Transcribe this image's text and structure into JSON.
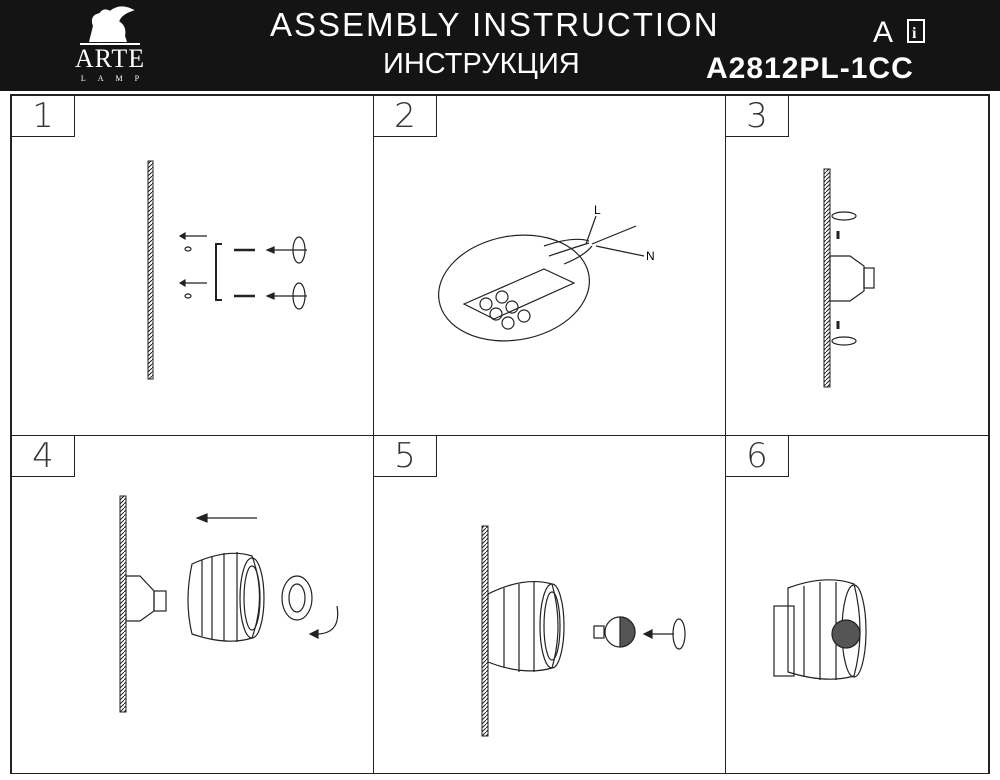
{
  "header": {
    "logo": {
      "brand": "ARTE",
      "sub": "LAMP"
    },
    "title": "ASSEMBLY INSTRUCTION",
    "subtitle": "ИНСТРУКЦИЯ",
    "language_mark": "A",
    "model": "A2812PL-1CC"
  },
  "steps": [
    {
      "number": "1"
    },
    {
      "number": "2",
      "labels": {
        "live": "L",
        "neutral": "N"
      }
    },
    {
      "number": "3"
    },
    {
      "number": "4"
    },
    {
      "number": "5"
    },
    {
      "number": "6"
    }
  ]
}
